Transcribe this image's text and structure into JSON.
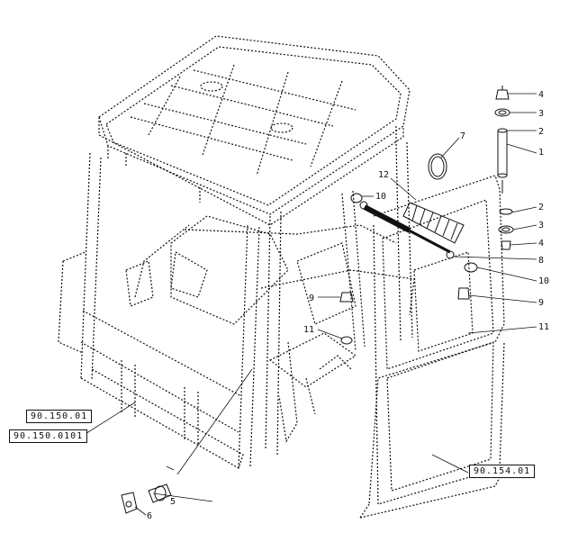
{
  "references": {
    "ref_a": "90.150.01",
    "ref_b": "90.150.0101",
    "ref_c": "90.154.01"
  },
  "callouts": {
    "c1": "1",
    "c2a": "2",
    "c2b": "2",
    "c3a": "3",
    "c3b": "3",
    "c4a": "4",
    "c4b": "4",
    "c5": "5",
    "c6": "6",
    "c7": "7",
    "c8": "8",
    "c9a": "9",
    "c9b": "9",
    "c10a": "10",
    "c10b": "10",
    "c11a": "11",
    "c11b": "11",
    "c12": "12"
  }
}
